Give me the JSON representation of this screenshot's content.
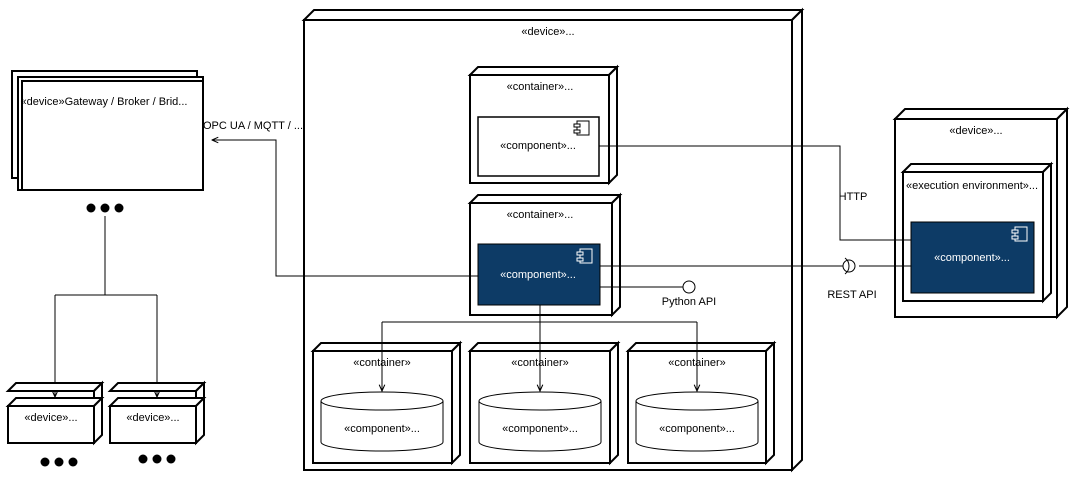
{
  "diagram": {
    "main_device_label": "«device»...",
    "gateway_label": "«device»Gateway / Broker / Brid...",
    "protocol_label": "OPC UA / MQTT / ...",
    "container_top_label": "«container»...",
    "container_top_component_label": "«component»...",
    "container_mid_label": "«container»...",
    "container_mid_component_label": "«component»...",
    "python_api_label": "Python API",
    "db_containers": [
      {
        "container_label": "«container»",
        "component_label": "«component»..."
      },
      {
        "container_label": "«container»",
        "component_label": "«component»..."
      },
      {
        "container_label": "«container»",
        "component_label": "«component»..."
      }
    ],
    "field_devices": [
      {
        "label": "«device»..."
      },
      {
        "label": "«device»..."
      }
    ],
    "right_device_label": "«device»...",
    "exec_env_label": "«execution environment»...",
    "right_component_label": "«component»...",
    "http_label": "HTTP",
    "rest_api_label": "REST API",
    "colors": {
      "accent": "#0d3b66",
      "line": "#000000",
      "background": "#ffffff"
    }
  }
}
